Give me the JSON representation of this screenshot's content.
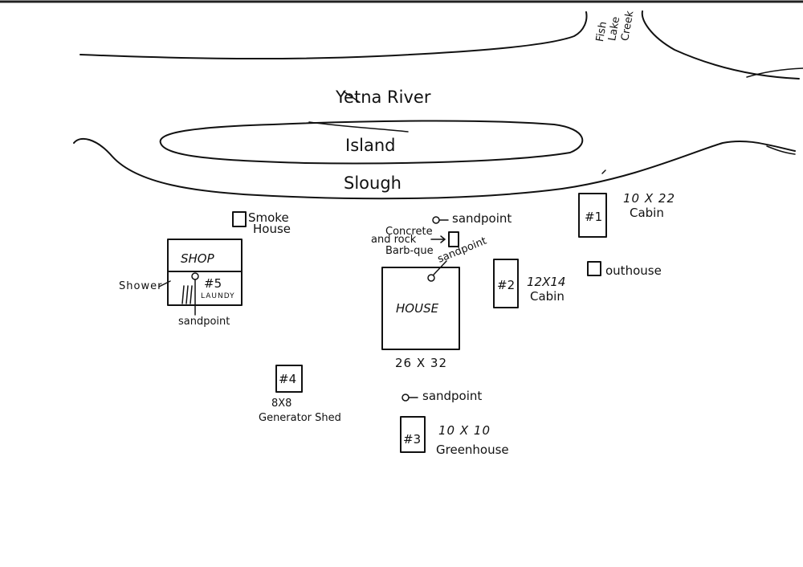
{
  "water": {
    "river": "Yetna River",
    "creek": [
      "Fish",
      "Lake",
      "Creek"
    ],
    "island": "Island",
    "slough": "Slough"
  },
  "structures": {
    "smokehouse": [
      "Smoke",
      "House"
    ],
    "shop": "SHOP",
    "shower": "Shower",
    "laundry_number": "#5",
    "laundry": "LAUNDY",
    "barbque": [
      "Concrete",
      "and rock",
      "Barb-que"
    ],
    "house": "HOUSE",
    "house_size": "26 X 32",
    "cabin1_number": "#1",
    "cabin1_size": "10 X 22",
    "cabin1_label": "Cabin",
    "cabin2_number": "#2",
    "cabin2_size": "12X14",
    "cabin2_label": "Cabin",
    "outhouse": "outhouse",
    "generator_number": "#4",
    "generator_size": "8X8",
    "generator_label": "Generator Shed",
    "greenhouse_number": "#3",
    "greenhouse_size": "10 X 10",
    "greenhouse_label": "Greenhouse"
  },
  "wells": {
    "barbque_sandpoint": "sandpoint",
    "house_sandpoint": "sandpoint",
    "laundry_sandpoint": "sandpoint",
    "south_sandpoint": "sandpoint"
  }
}
